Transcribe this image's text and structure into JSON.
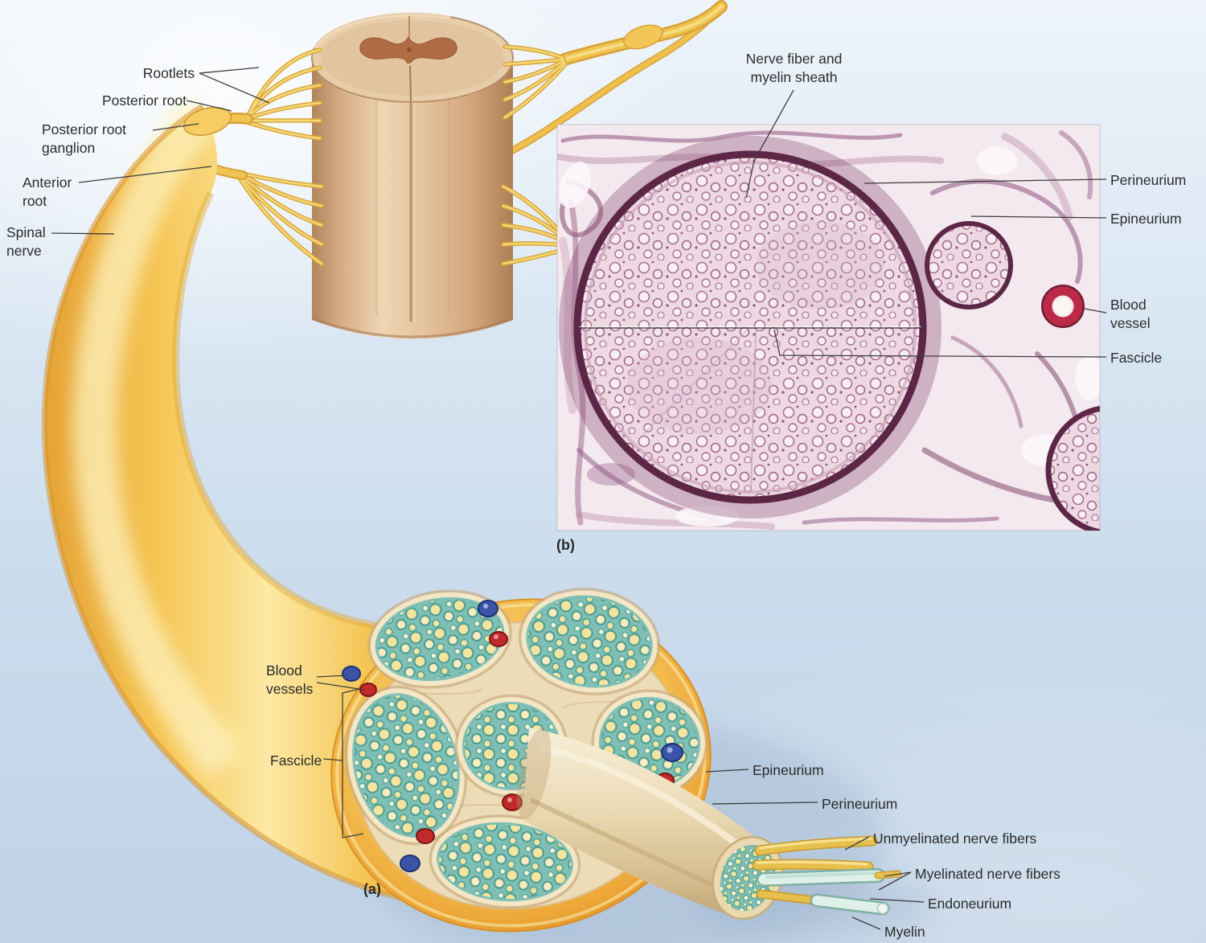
{
  "figure": {
    "panel_a_marker": "(a)",
    "panel_b_marker": "(b)"
  },
  "labels": {
    "rootlets": "Rootlets",
    "posterior_root": "Posterior root",
    "posterior_root_ganglion": "Posterior root\nganglion",
    "anterior_root": "Anterior\nroot",
    "spinal_nerve": "Spinal\nnerve",
    "nerve_fiber_and_myelin_sheath": "Nerve fiber and\nmyelin sheath",
    "perineurium_micrograph": "Perineurium",
    "epineurium_micrograph": "Epineurium",
    "blood_vessel_micrograph": "Blood\nvessel",
    "fascicle_micrograph": "Fascicle",
    "blood_vessels": "Blood\nvessels",
    "fascicle": "Fascicle",
    "epineurium": "Epineurium",
    "perineurium": "Perineurium",
    "unmyelinated_nerve_fibers": "Unmyelinated nerve fibers",
    "myelinated_nerve_fibers": "Myelinated nerve fibers",
    "endoneurium": "Endoneurium",
    "myelin": "Myelin"
  },
  "colors": {
    "nerve_yellow": "#f2c24e",
    "epineurium_orange": "#f3bd4f",
    "fascicle_teal": "#7fbfb5",
    "nerve_fiber_cream": "#f4e49f",
    "perineurium_cream": "#eddcb8",
    "spinal_cord_tan": "#e5c49e",
    "gray_matter_brown": "#af6d46",
    "micrograph_pink": "#eed9e2",
    "micrograph_purple": "#5c2746",
    "blood_vessel_red": "#c12a2a",
    "vein_blue": "#3a55a8",
    "background_blue": "#c8daeb",
    "label_text": "#2b2b2b"
  }
}
